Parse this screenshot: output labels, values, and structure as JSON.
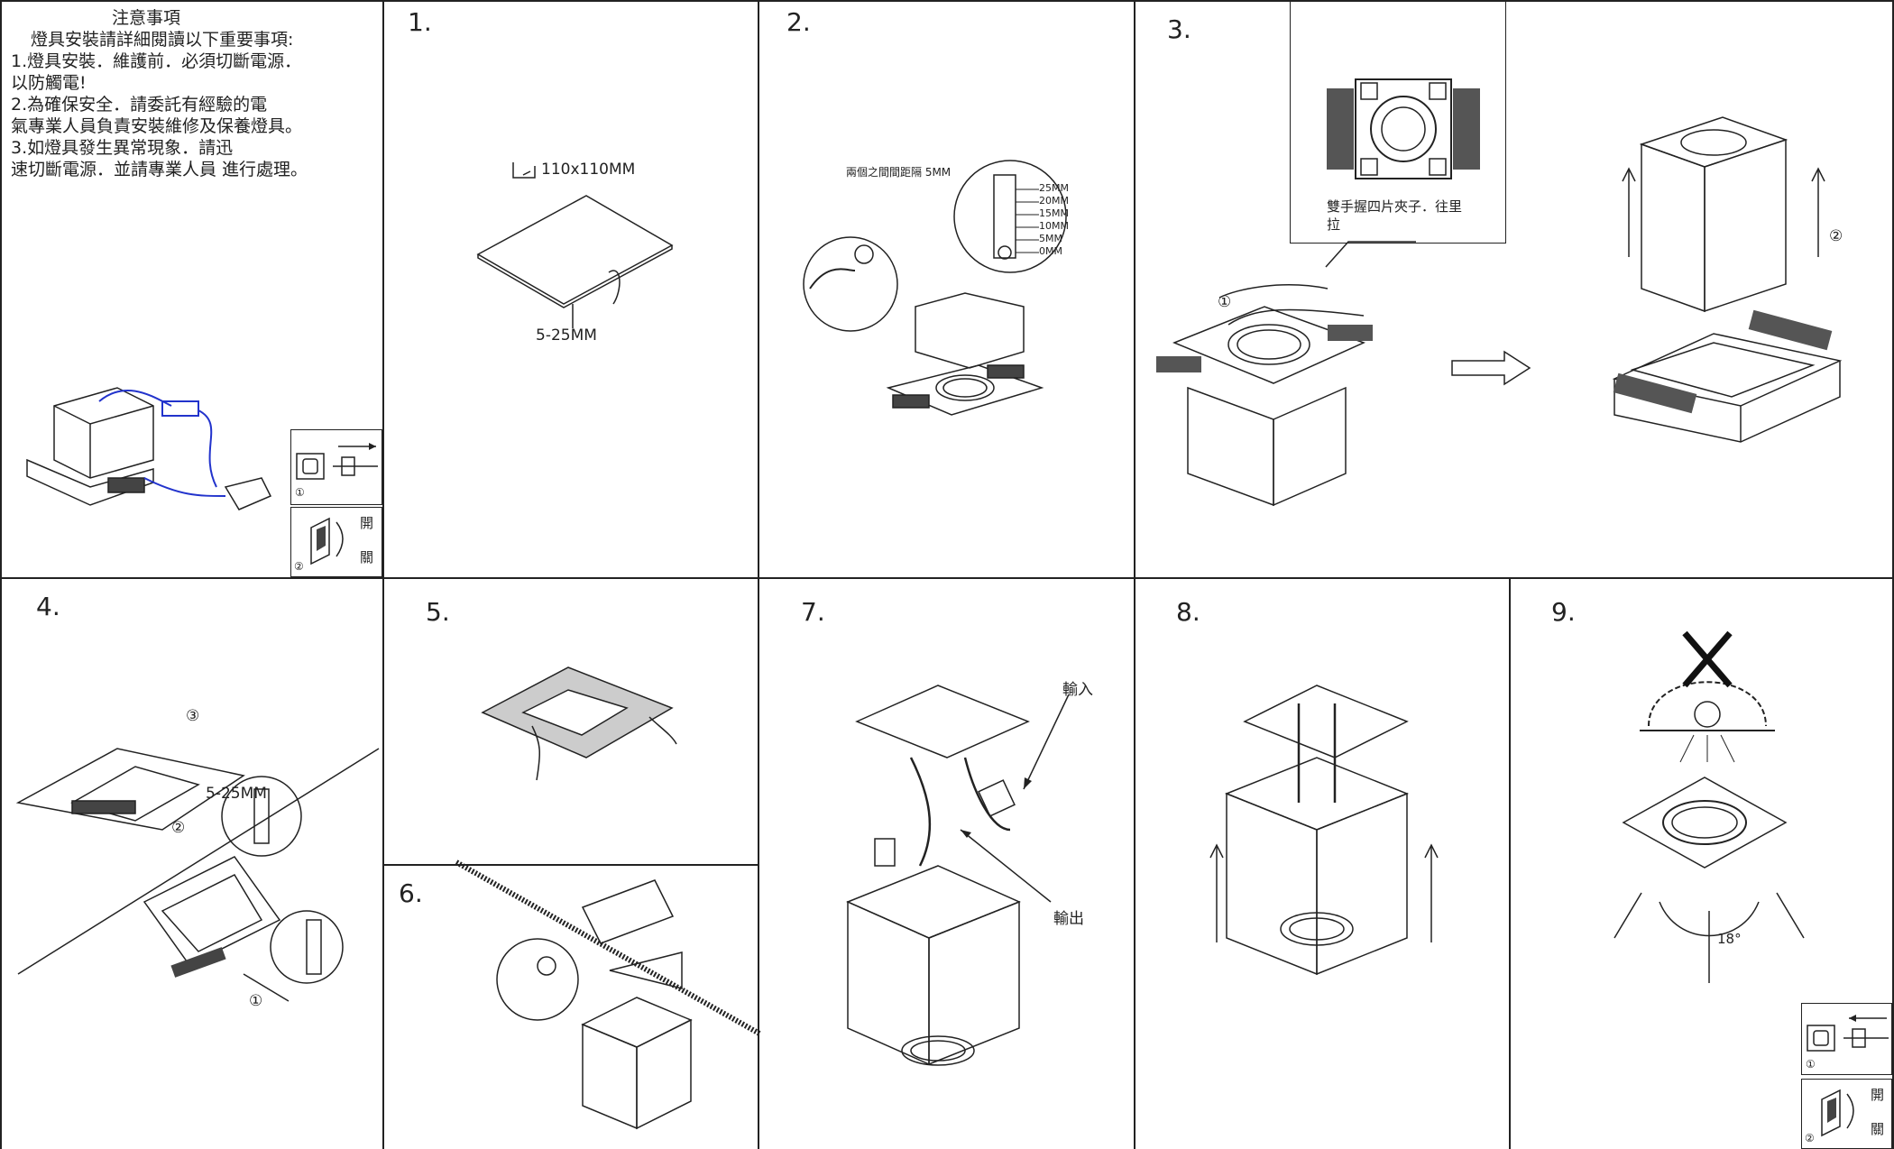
{
  "notes": {
    "title": "注意事項",
    "lines": [
      "燈具安裝請詳細閱讀以下重要事項:",
      "1.燈具安裝．維護前．必須切斷電源．",
      " 以防觸電!",
      "2.為確保安全．請委託有經驗的電",
      " 氣專業人員負責安裝維修及保養燈具。",
      "3.如燈具發生異常現象．請迅",
      "  速切斷電源．並請專業人員 進行處理。"
    ]
  },
  "switch_labels": {
    "on": "開",
    "off": "關",
    "num1": "①",
    "num2": "②"
  },
  "steps": {
    "s1": {
      "number": "1.",
      "cutout": "110x110MM",
      "thickness": "5-25MM"
    },
    "s2": {
      "number": "2.",
      "spacing_note": "兩個之間間距隔 5MM",
      "marks": [
        "25MM",
        "20MM",
        "15MM",
        "10MM",
        "5MM",
        "0MM"
      ]
    },
    "s3": {
      "number": "3.",
      "callout": "雙手握四片夾子．往里",
      "callout2": "拉",
      "mark1": "①",
      "mark2": "②"
    },
    "s4": {
      "number": "4.",
      "thickness": "5-25MM",
      "mark1": "①",
      "mark2": "②",
      "mark3": "③"
    },
    "s5": {
      "number": "5."
    },
    "s6": {
      "number": "6."
    },
    "s7": {
      "number": "7.",
      "input": "輸入",
      "output": "輸出"
    },
    "s8": {
      "number": "8."
    },
    "s9": {
      "number": "9.",
      "angle": "18°"
    }
  }
}
